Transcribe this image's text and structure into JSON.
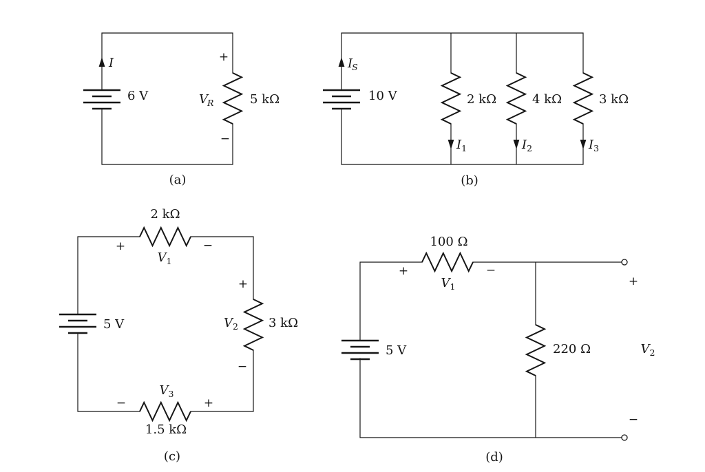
{
  "figure": {
    "background": "#ffffff",
    "ink": "#161616"
  },
  "circuits": {
    "a": {
      "caption": "(a)",
      "source_voltage": "6 V",
      "current_label": "I",
      "resistor": {
        "value": "5 kΩ"
      },
      "voltage": {
        "base": "V",
        "sub": "R"
      },
      "sign_plus": "+",
      "sign_minus": "−"
    },
    "b": {
      "caption": "(b)",
      "source_voltage": "10 V",
      "source_current": {
        "base": "I",
        "sub": "S"
      },
      "branches": [
        {
          "value": "2 kΩ",
          "current": {
            "base": "I",
            "sub": "1"
          }
        },
        {
          "value": "4 kΩ",
          "current": {
            "base": "I",
            "sub": "2"
          }
        },
        {
          "value": "3 kΩ",
          "current": {
            "base": "I",
            "sub": "3"
          }
        }
      ]
    },
    "c": {
      "caption": "(c)",
      "source_voltage": "5 V",
      "top_resistor": {
        "value": "2 kΩ",
        "voltage": {
          "base": "V",
          "sub": "1"
        },
        "sign_left": "+",
        "sign_right": "−"
      },
      "right_resistor": {
        "value": "3 kΩ",
        "voltage": {
          "base": "V",
          "sub": "2"
        },
        "sign_top": "+",
        "sign_bottom": "−"
      },
      "bottom_resistor": {
        "value": "1.5 kΩ",
        "voltage": {
          "base": "V",
          "sub": "3"
        },
        "sign_left": "−",
        "sign_right": "+"
      }
    },
    "d": {
      "caption": "(d)",
      "source_voltage": "5 V",
      "series_resistor": {
        "value": "100 Ω",
        "voltage": {
          "base": "V",
          "sub": "1"
        },
        "sign_left": "+",
        "sign_right": "−"
      },
      "shunt_resistor": {
        "value": "220 Ω"
      },
      "output": {
        "voltage": {
          "base": "V",
          "sub": "2"
        },
        "sign_plus": "+",
        "sign_minus": "−"
      }
    }
  }
}
